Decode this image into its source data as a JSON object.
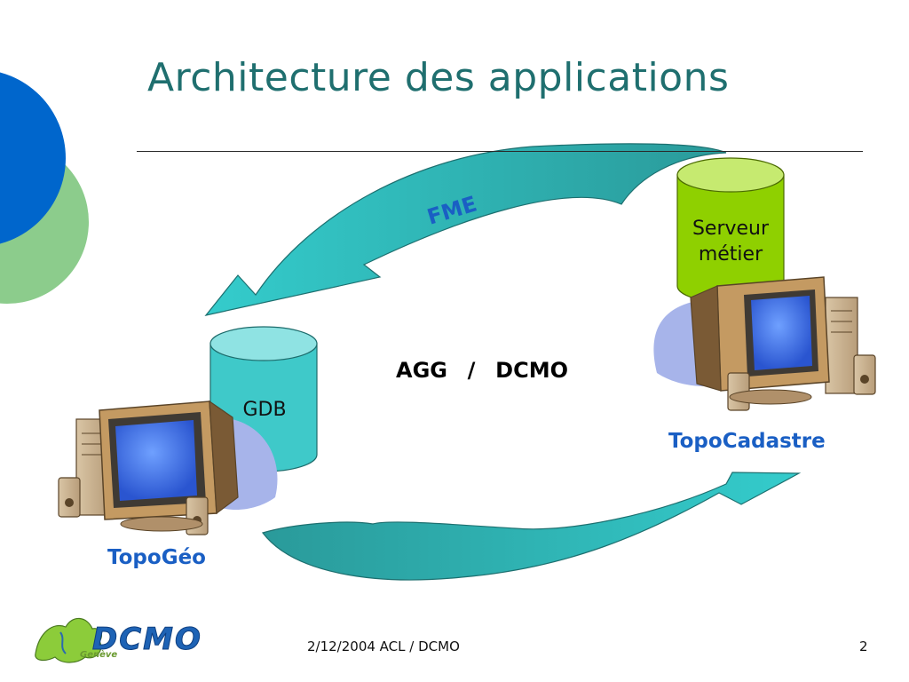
{
  "slide": {
    "title": "Architecture des applications",
    "center_label": "AGG  /  DCMO",
    "fme_label": "FME",
    "gdb_label": "GDB",
    "server_label_line1": "Serveur",
    "server_label_line2": "métier",
    "topocadastre_label": "TopoCadastre",
    "topogeo_label": "TopoGéo"
  },
  "footer": {
    "date_text": "2/12/2004 ACL / DCMO",
    "page_number": "2",
    "logo_text": "DCMO",
    "logo_subtext": "Genève"
  },
  "colors": {
    "title": "#1f6f6f",
    "accent_blue": "#1a5fc4",
    "arrow_teal": "#2ec4c4",
    "gdb_cylinder": "#3cc8c8",
    "server_cylinder": "#88cc00",
    "deco_blue": "#0066cc",
    "deco_green": "#88cc88"
  },
  "icons": [
    "computer-icon",
    "database-cylinder-icon",
    "curved-arrow-icon",
    "logo-icon"
  ]
}
